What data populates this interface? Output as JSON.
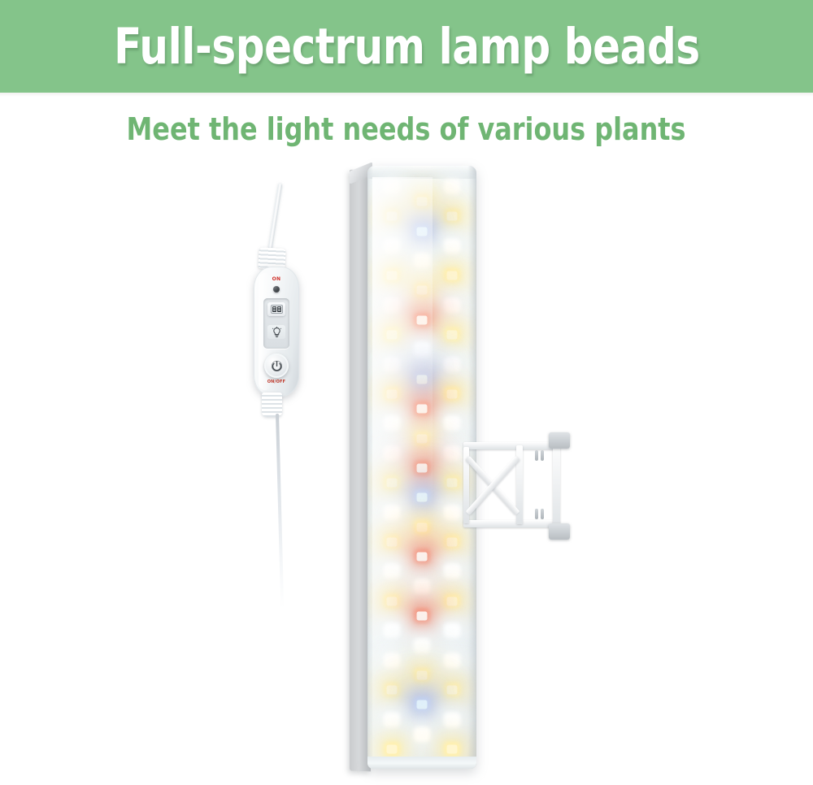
{
  "banner": {
    "title": "Full-spectrum lamp beads",
    "bg_color": "#84c48a",
    "text_color": "#ffffff"
  },
  "subtitle": {
    "text": "Meet the light needs of various plants",
    "color": "#6fb573"
  },
  "product": {
    "name": "full-spectrum-led-grow-light-bar",
    "panel": {
      "finish": "frosted white diffuser",
      "shape": "long rectangular bar"
    },
    "led_colors": {
      "white": "#ffffff",
      "warm": "#fff6cf",
      "blue": "#dff0fb",
      "red": "#fff0ea"
    },
    "led_rows": [
      {
        "row": 1,
        "beads": [
          "white",
          "",
          "white"
        ]
      },
      {
        "row": 2,
        "beads": [
          "",
          "warm",
          ""
        ]
      },
      {
        "row": 3,
        "beads": [
          "warm",
          "",
          "warm"
        ]
      },
      {
        "row": 4,
        "beads": [
          "",
          "blue",
          ""
        ]
      },
      {
        "row": 5,
        "beads": [
          "white",
          "",
          "white"
        ]
      },
      {
        "row": 6,
        "beads": [
          "",
          "white",
          ""
        ]
      },
      {
        "row": 7,
        "beads": [
          "warm",
          "",
          "warm"
        ]
      },
      {
        "row": 8,
        "beads": [
          "",
          "warm",
          ""
        ]
      },
      {
        "row": 9,
        "beads": [
          "white",
          "",
          "white"
        ]
      },
      {
        "row": 10,
        "beads": [
          "",
          "red",
          ""
        ]
      },
      {
        "row": 11,
        "beads": [
          "warm",
          "",
          "warm"
        ]
      },
      {
        "row": 12,
        "beads": [
          "",
          "white",
          ""
        ]
      },
      {
        "row": 13,
        "beads": [
          "white",
          "",
          "white"
        ]
      },
      {
        "row": 14,
        "beads": [
          "",
          "blue",
          ""
        ]
      },
      {
        "row": 15,
        "beads": [
          "warm",
          "",
          "warm"
        ]
      },
      {
        "row": 16,
        "beads": [
          "",
          "red",
          ""
        ]
      },
      {
        "row": 17,
        "beads": [
          "white",
          "",
          "white"
        ]
      },
      {
        "row": 18,
        "beads": [
          "",
          "warm",
          ""
        ]
      },
      {
        "row": 19,
        "beads": [
          "white",
          "",
          "white"
        ]
      },
      {
        "row": 20,
        "beads": [
          "",
          "red",
          ""
        ]
      },
      {
        "row": 21,
        "beads": [
          "warm",
          "",
          "warm"
        ]
      },
      {
        "row": 22,
        "beads": [
          "",
          "blue",
          ""
        ]
      },
      {
        "row": 23,
        "beads": [
          "white",
          "",
          "white"
        ]
      },
      {
        "row": 24,
        "beads": [
          "",
          "warm",
          ""
        ]
      },
      {
        "row": 25,
        "beads": [
          "warm",
          "",
          "warm"
        ]
      },
      {
        "row": 26,
        "beads": [
          "",
          "red",
          ""
        ]
      },
      {
        "row": 27,
        "beads": [
          "white",
          "",
          "white"
        ]
      },
      {
        "row": 28,
        "beads": [
          "",
          "white",
          ""
        ]
      },
      {
        "row": 29,
        "beads": [
          "warm",
          "",
          "warm"
        ]
      },
      {
        "row": 30,
        "beads": [
          "",
          "red",
          ""
        ]
      },
      {
        "row": 31,
        "beads": [
          "white",
          "",
          "white"
        ]
      },
      {
        "row": 32,
        "beads": [
          "",
          "white",
          ""
        ]
      },
      {
        "row": 33,
        "beads": [
          "white",
          "",
          "white"
        ]
      },
      {
        "row": 34,
        "beads": [
          "",
          "warm",
          ""
        ]
      },
      {
        "row": 35,
        "beads": [
          "warm",
          "",
          "warm"
        ]
      },
      {
        "row": 36,
        "beads": [
          "",
          "blue",
          ""
        ]
      },
      {
        "row": 37,
        "beads": [
          "white",
          "",
          "white"
        ]
      },
      {
        "row": 38,
        "beads": [
          "",
          "white",
          ""
        ]
      },
      {
        "row": 39,
        "beads": [
          "warm",
          "",
          "warm"
        ]
      }
    ]
  },
  "controller": {
    "status_label": "ON",
    "status_label_color": "#d0312a",
    "timer_button_icon": "timer-icon",
    "brightness_button_icon": "bulb-icon",
    "power_button_icon": "power-icon",
    "power_label": "ON/OFF",
    "power_label_color": "#c0392b"
  },
  "bracket": {
    "type": "x-brace-clamp-mount",
    "clamp_icon": "clamp-icon"
  }
}
